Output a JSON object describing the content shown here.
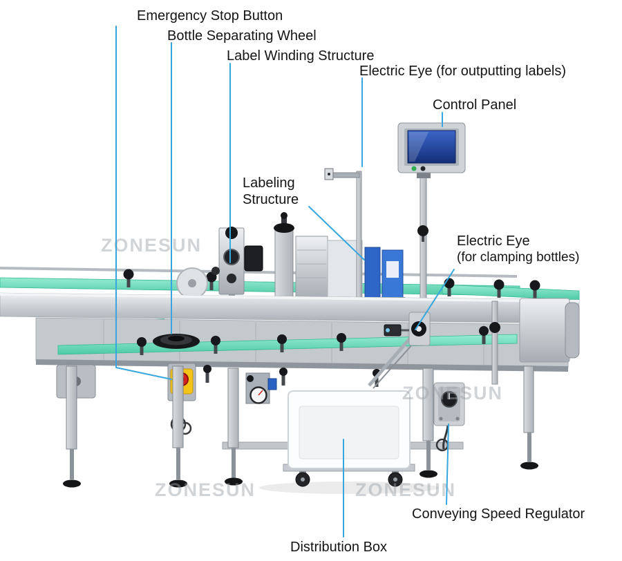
{
  "brand_watermark": "ZONESUN",
  "colors": {
    "callout_line": "#35a7de",
    "label_text": "#141414",
    "belt_green": "#5fd6b1",
    "screen_blue": "#1d3f8f",
    "estop_red": "#d62222",
    "estop_yellow": "#f3c318",
    "label_roll_blue": "#2e66c8"
  },
  "annotations": {
    "emergency_stop": {
      "label": "Emergency Stop Button"
    },
    "bottle_separating_wheel": {
      "label": "Bottle Separating Wheel"
    },
    "label_winding_structure": {
      "label": "Label Winding Structure"
    },
    "electric_eye_output": {
      "label": "Electric Eye (for outputting labels)"
    },
    "control_panel": {
      "label": "Control Panel"
    },
    "labeling_structure": {
      "label": "Labeling Structure"
    },
    "electric_eye_clamping": {
      "label": "Electric Eye",
      "sub_label": "(for clamping bottles)"
    },
    "conveying_speed_regulator": {
      "label": "Conveying Speed Regulator"
    },
    "distribution_box": {
      "label": "Distribution Box"
    }
  }
}
